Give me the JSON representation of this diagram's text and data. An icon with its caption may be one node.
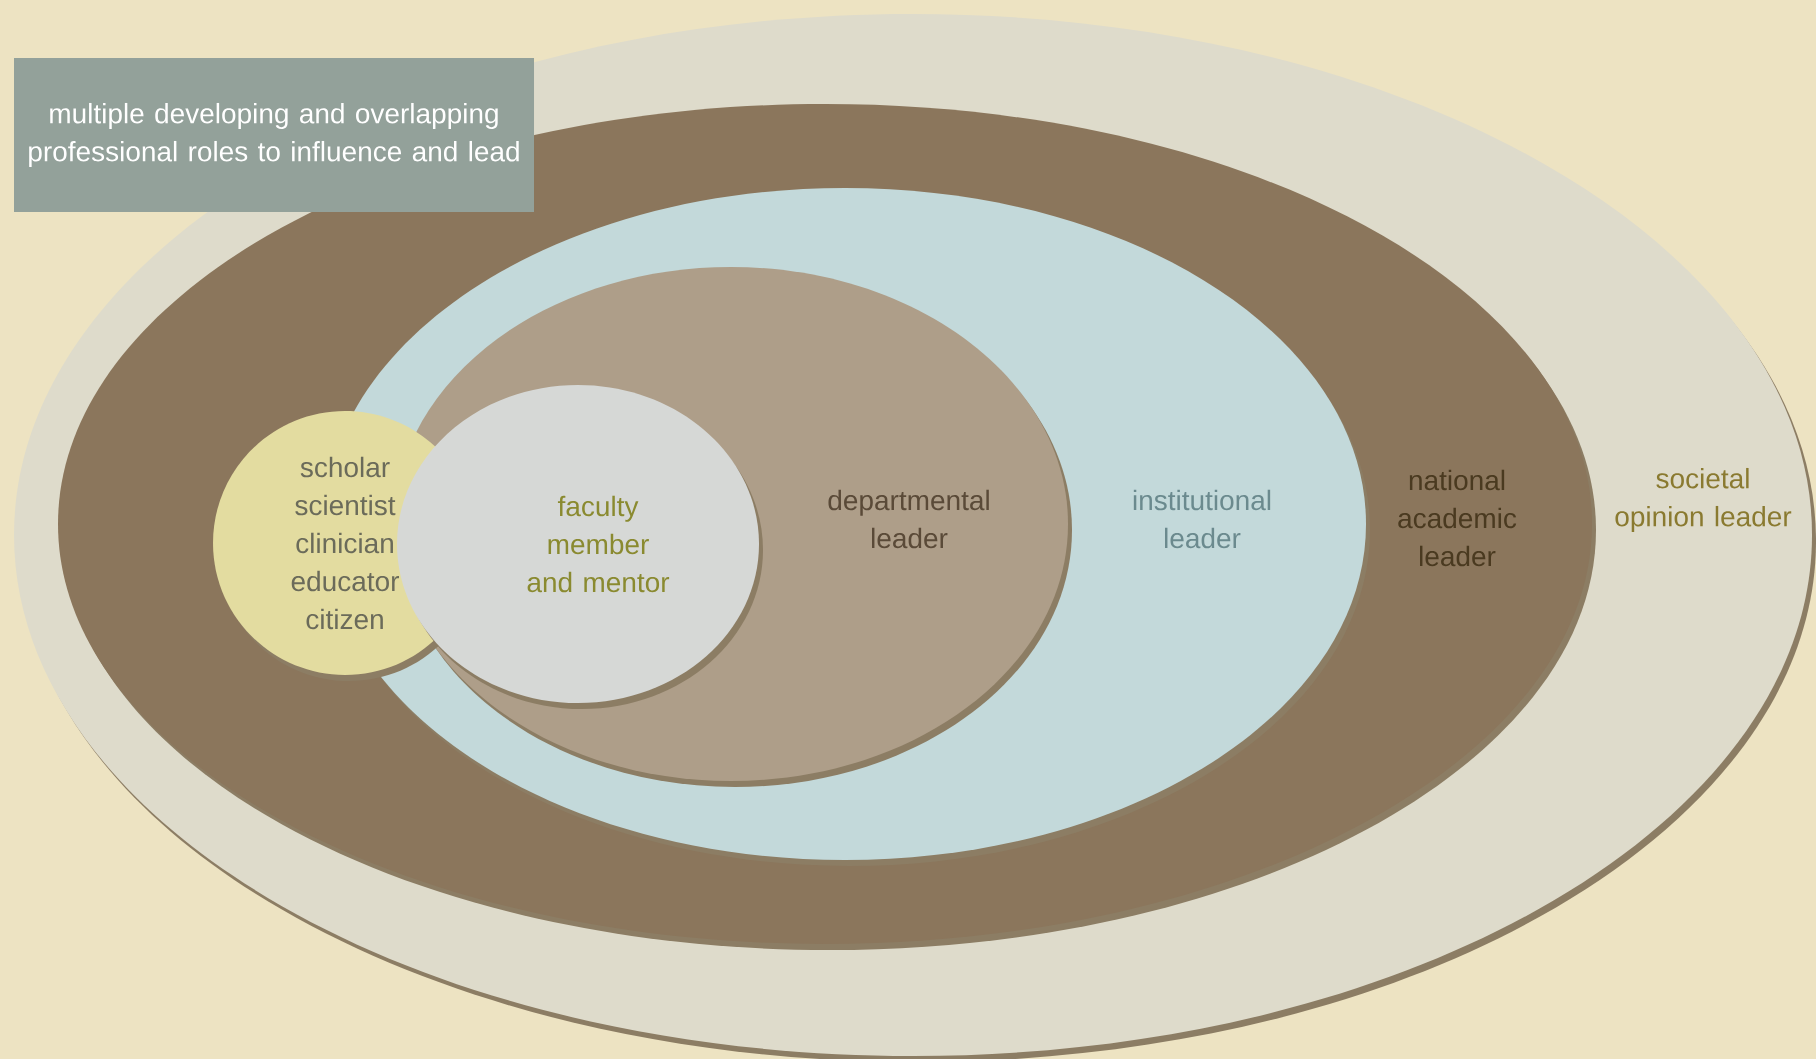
{
  "diagram": {
    "nodes": [
      {
        "text": [
          "multiple developing and overlapping professional roles to influence and lead"
        ]
      },
      {
        "text": [
          "societal opinion leader"
        ]
      },
      {
        "text": [
          "national academic leader"
        ],
        "in": 1
      },
      {
        "text": [
          "institutional leader"
        ],
        "in": 2
      },
      {
        "text": [
          "departmental leader"
        ],
        "in": 3
      },
      {
        "text": [
          "faculty member and mentor"
        ],
        "in": 4
      },
      {
        "text": [
          "scholar scientist clinician educator citizen"
        ],
        "in": 2
      }
    ]
  }
}
